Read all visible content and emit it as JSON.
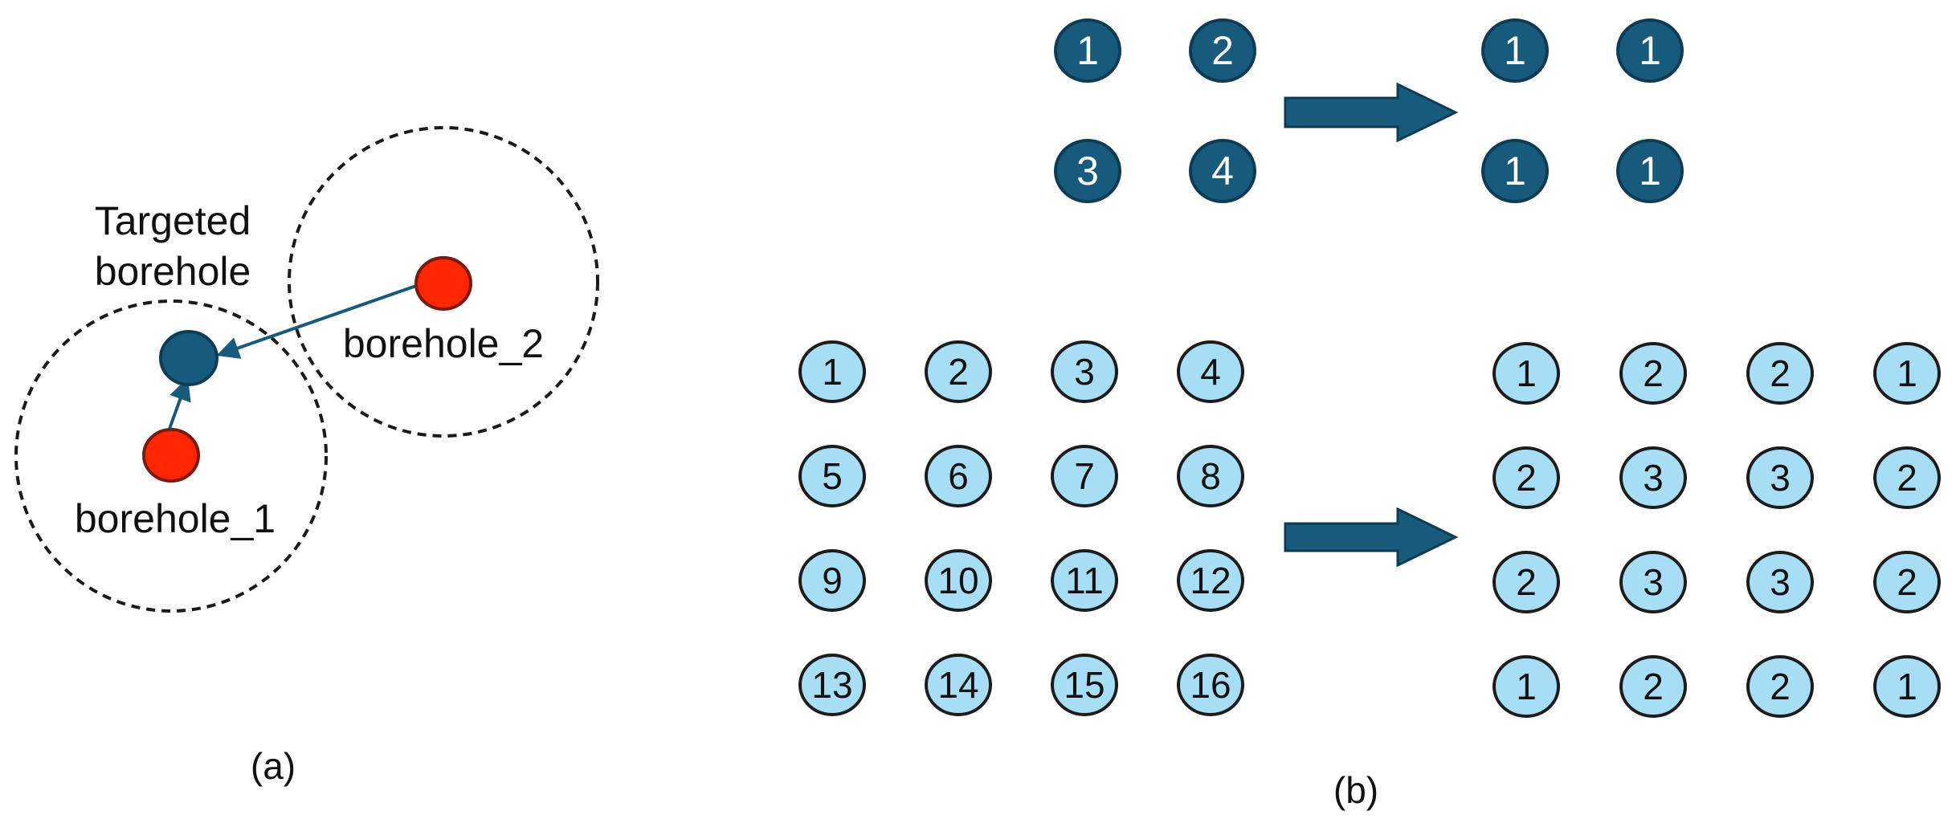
{
  "colors": {
    "dark_node": "#175a7b",
    "dark_node_stroke": "#0e3c55",
    "light_node": "#a7def6",
    "light_node_stroke": "#1c1c1c",
    "borehole_red": "#ff2600",
    "borehole_red_stroke": "#7a1a10",
    "arrow": "#175a7b",
    "dashed_circle": "#1a1a1a",
    "text": "#111111"
  },
  "panel_a": {
    "caption": "(a)",
    "target_label_line1": "Targeted",
    "target_label_line2": "borehole",
    "borehole_1_label": "borehole_1",
    "borehole_2_label": "borehole_2"
  },
  "panel_b": {
    "caption": "(b)",
    "small_grid": {
      "before": [
        "1",
        "2",
        "3",
        "4"
      ],
      "after": [
        "1",
        "1",
        "1",
        "1"
      ]
    },
    "large_grid": {
      "before": [
        "1",
        "2",
        "3",
        "4",
        "5",
        "6",
        "7",
        "8",
        "9",
        "10",
        "11",
        "12",
        "13",
        "14",
        "15",
        "16"
      ],
      "after": [
        "1",
        "2",
        "2",
        "1",
        "2",
        "3",
        "3",
        "2",
        "2",
        "3",
        "3",
        "2",
        "1",
        "2",
        "2",
        "1"
      ]
    }
  }
}
